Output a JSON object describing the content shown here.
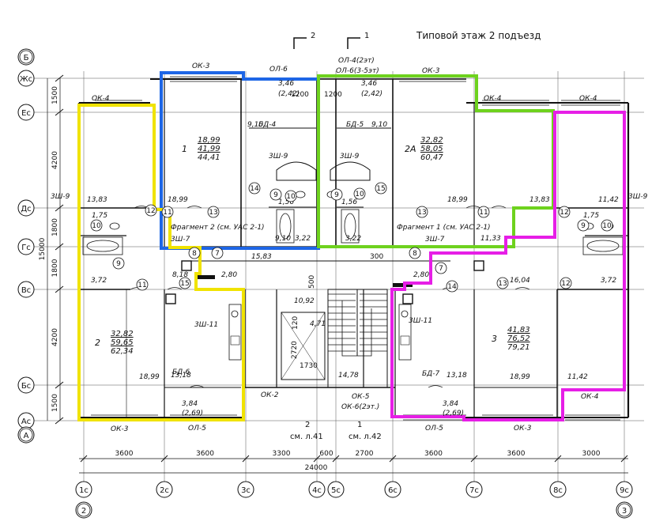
{
  "title": "Типовой этаж 2 подъезд",
  "cuts": {
    "left": "2",
    "right": "1"
  },
  "row_axes": [
    "Б",
    "Жс",
    "Ес",
    "Дс",
    "Гс",
    "Вс",
    "Бс",
    "Ас",
    "А"
  ],
  "col_axes": [
    "1с",
    "2с",
    "3с",
    "4с",
    "5с",
    "6с",
    "7с",
    "8с",
    "9с"
  ],
  "bottom_axes": [
    "2",
    "3"
  ],
  "dims_left": [
    "1500",
    "4200",
    "1800",
    "1800",
    "4200",
    "1500"
  ],
  "dim_left_total": "15000",
  "dims_bottom": [
    "3600",
    "3600",
    "3300",
    "600",
    "2700",
    "3600",
    "3600",
    "3000"
  ],
  "dim_bottom_total": "24000",
  "apartments": [
    {
      "number": "1",
      "areas": [
        "18,99",
        "41,99",
        "44,41"
      ],
      "color": "#1e66e6"
    },
    {
      "number": "2",
      "areas": [
        "32,82",
        "59,65",
        "62,34"
      ],
      "color": "#f0e300"
    },
    {
      "number": "2А",
      "areas": [
        "32,82",
        "58,05",
        "60,47"
      ],
      "color": "#6ed21e"
    },
    {
      "number": "3",
      "areas": [
        "41,83",
        "76,52",
        "79,21"
      ],
      "color": "#e61ee6"
    }
  ],
  "window_marks": [
    "ОК-3",
    "ОЛ-6",
    "ОЛ-4(2эт)",
    "ОЛ-6(3-5эт)",
    "ОК-3",
    "ОК-4",
    "ОК-4",
    "ОК-4",
    "ОК-2",
    "ОК-5",
    "ОК-6(2эт.)",
    "ОК-3",
    "ОЛ-5",
    "ОЛ-5",
    "ОК-3",
    "ОК-4"
  ],
  "door_marks": [
    "БД-4",
    "БД-5",
    "БД-6",
    "БД-7"
  ],
  "shafts": [
    "3Ш-9",
    "3Ш-9",
    "3Ш-9",
    "3Ш-9",
    "3Ш-7",
    "3Ш-7",
    "3Ш-11",
    "3Ш-11"
  ],
  "room_areas": [
    "3,46",
    "(2,42)",
    "3,46",
    "(2,42)",
    "9,10",
    "9,10",
    "18,99",
    "18,99",
    "13,83",
    "13,83",
    "11,42",
    "1,75",
    "1,75",
    "1,56",
    "1,56",
    "9,10",
    "3,22",
    "3,22",
    "11,33",
    "15,83",
    "3,72",
    "3,72",
    "8,18",
    "2,80",
    "2,80",
    "16,04",
    "10,92",
    "4,71",
    "13,18",
    "13,18",
    "14,78",
    "18,99",
    "18,99",
    "11,42",
    "3,84",
    "(2,69)",
    "3,84",
    "(2,69)"
  ],
  "room_numbers": [
    "14",
    "9",
    "10",
    "15",
    "9",
    "10",
    "12",
    "10",
    "9",
    "13",
    "11",
    "13",
    "11",
    "10",
    "9",
    "12",
    "7",
    "8",
    "8",
    "7",
    "15",
    "14",
    "11",
    "13",
    "12"
  ],
  "fragments": [
    "Фрагмент 2 (см. УАС 2-1)",
    "Фрагмент 1 (см. УАС 2-1)"
  ],
  "misc_dims": [
    "1200",
    "1200",
    "300",
    "500",
    "120",
    "2720",
    "1730"
  ],
  "sheet_refs": [
    {
      "num": "2",
      "ref": "см. л.41"
    },
    {
      "num": "1",
      "ref": "см. л.42"
    }
  ]
}
